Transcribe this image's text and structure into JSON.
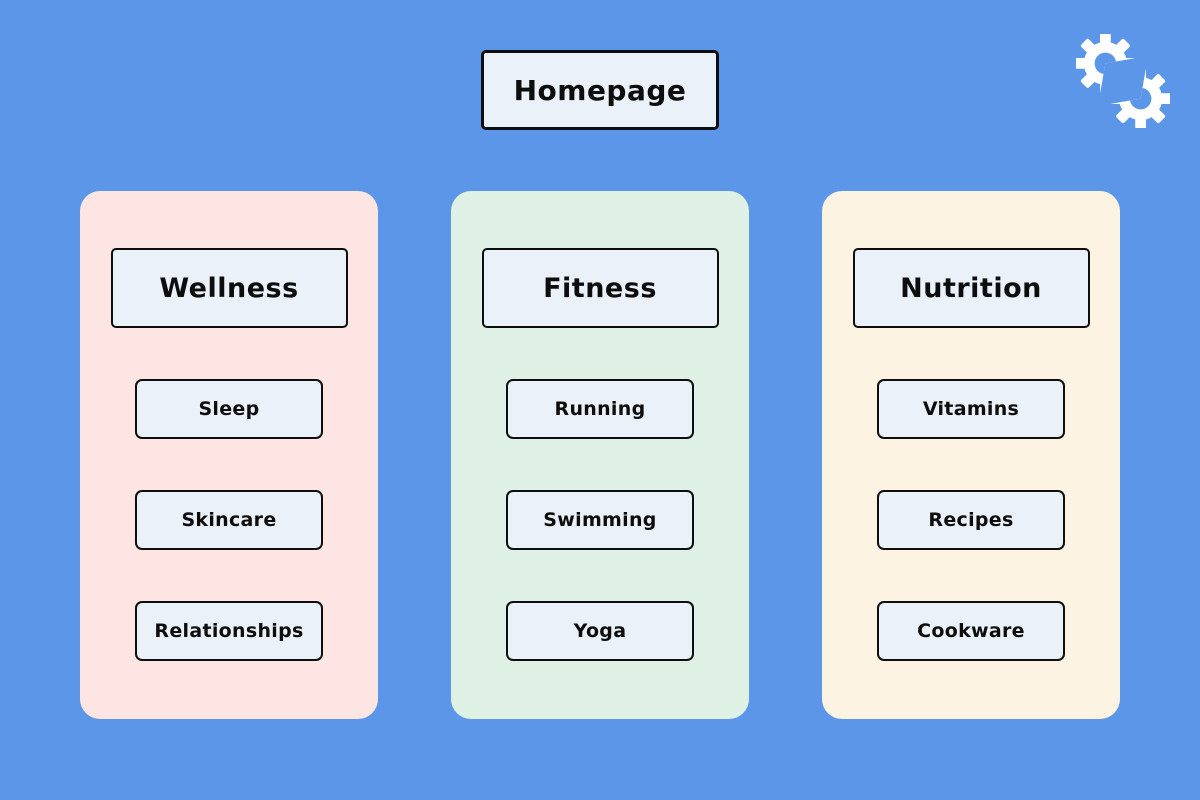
{
  "root": {
    "label": "Homepage"
  },
  "logo": {
    "icon": "two-interlocking-gears",
    "color": "#ffffff"
  },
  "colors": {
    "background": "#5b96e8",
    "node_fill": "#ebf1f8",
    "node_border": "#0e0e0e",
    "text": "#0d0d0d",
    "card_wellness": "#fde5e3",
    "card_fitness": "#dff1e4",
    "card_nutrition": "#fdf3e3"
  },
  "columns": [
    {
      "title": "Wellness",
      "bg": "#fde5e3",
      "children": [
        "Sleep",
        "Skincare",
        "Relationships"
      ]
    },
    {
      "title": "Fitness",
      "bg": "#dff1e4",
      "children": [
        "Running",
        "Swimming",
        "Yoga"
      ]
    },
    {
      "title": "Nutrition",
      "bg": "#fdf3e3",
      "children": [
        "Vitamins",
        "Recipes",
        "Cookware"
      ]
    }
  ]
}
